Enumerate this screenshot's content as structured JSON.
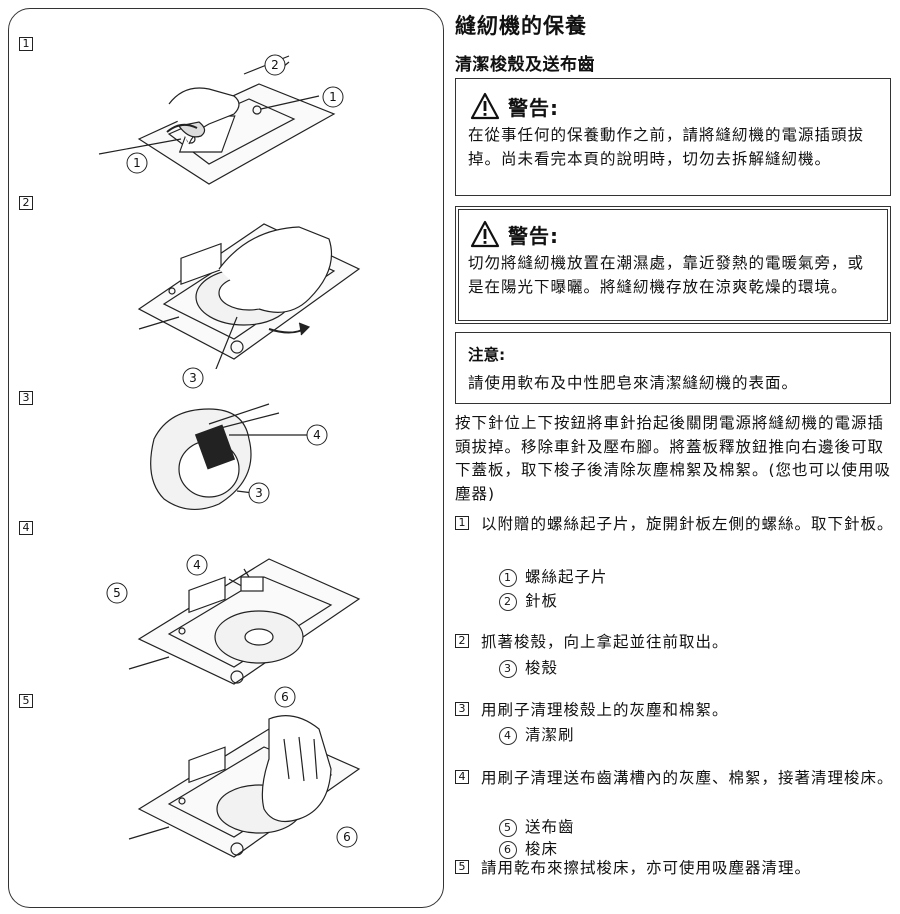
{
  "figures": {
    "steps": [
      "1",
      "2",
      "3",
      "4",
      "5"
    ],
    "callouts": {
      "fig1_a": "2",
      "fig1_b": "1",
      "fig1_c": "1",
      "fig2_a": "3",
      "fig3_a": "4",
      "fig3_b": "3",
      "fig4_a": "4",
      "fig4_b": "5",
      "fig4_c": "6",
      "fig5_a": "6"
    }
  },
  "title": "縫紉機的保養",
  "subtitle": "清潔梭殼及送布齒",
  "warning1": {
    "heading": "警告:",
    "body": "在從事任何的保養動作之前，請將縫紉機的電源插頭拔掉。尚未看完本頁的說明時，切勿去拆解縫紉機。"
  },
  "warning2": {
    "heading": "警告:",
    "body": "切勿將縫紉機放置在潮濕處，靠近發熱的電暖氣旁，或是在陽光下曝曬。將縫紉機存放在涼爽乾燥的環境。"
  },
  "note": {
    "heading": "注意:",
    "body": "請使用軟布及中性肥皂來清潔縫紉機的表面。"
  },
  "intro": "按下針位上下按鈕將車針抬起後關閉電源將縫紉機的電源插頭拔掉。移除車針及壓布腳。將蓋板釋放鈕推向右邊後可取下蓋板，取下梭子後清除灰塵棉絮及棉絮。(您也可以使用吸塵器)",
  "instructions": [
    {
      "num": "1",
      "text": "以附贈的螺絲起子片，旋開針板左側的螺絲。取下針板。",
      "parts": [
        {
          "num": "1",
          "label": "螺絲起子片"
        },
        {
          "num": "2",
          "label": "針板"
        }
      ]
    },
    {
      "num": "2",
      "text": "抓著梭殼，向上拿起並往前取出。",
      "parts": [
        {
          "num": "3",
          "label": "梭殼"
        }
      ]
    },
    {
      "num": "3",
      "text": "用刷子清理梭殼上的灰塵和棉絮。",
      "parts": [
        {
          "num": "4",
          "label": "清潔刷"
        }
      ]
    },
    {
      "num": "4",
      "text": "用刷子清理送布齒溝槽內的灰塵、棉絮，接著清理梭床。",
      "parts": [
        {
          "num": "5",
          "label": "送布齒"
        },
        {
          "num": "6",
          "label": "梭床"
        }
      ]
    },
    {
      "num": "5",
      "text": "請用乾布來擦拭梭床，亦可使用吸塵器清理。",
      "parts": []
    }
  ]
}
